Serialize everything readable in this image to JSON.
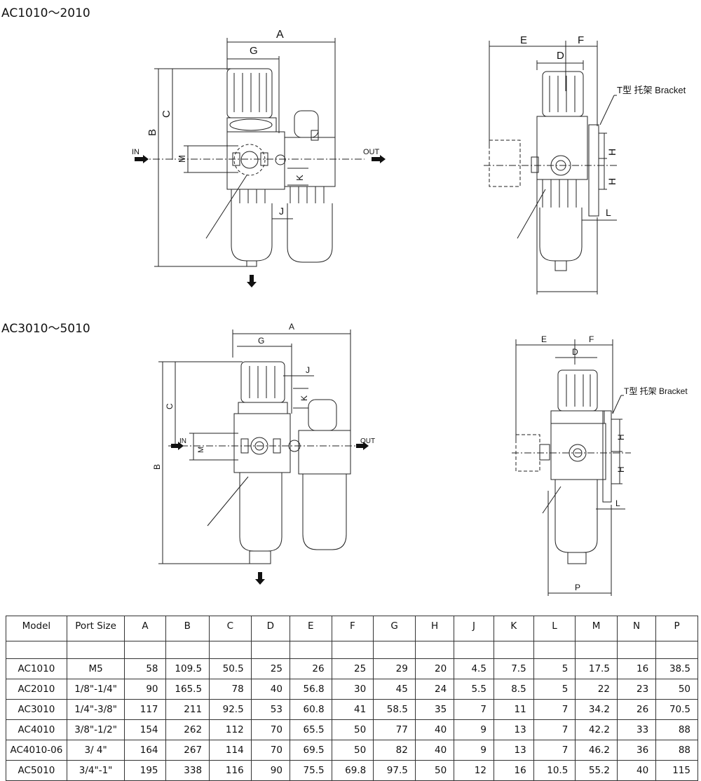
{
  "sections": [
    {
      "title": "AC1010～2010"
    },
    {
      "title": "AC3010～5010"
    }
  ],
  "labels": {
    "A": "A",
    "B": "B",
    "C": "C",
    "D": "D",
    "E": "E",
    "F": "F",
    "G": "G",
    "H": "H",
    "J": "J",
    "K": "K",
    "L": "L",
    "M": "M",
    "P": "P",
    "in": "IN",
    "out": "OUT",
    "bracket": "T型 托架 Bracket"
  },
  "table": {
    "headers": [
      "Model",
      "Port Size",
      "A",
      "B",
      "C",
      "D",
      "E",
      "F",
      "G",
      "H",
      "J",
      "K",
      "L",
      "M",
      "N",
      "P"
    ],
    "rows": [
      [
        "AC1010",
        "M5",
        "58",
        "109.5",
        "50.5",
        "25",
        "26",
        "25",
        "29",
        "20",
        "4.5",
        "7.5",
        "5",
        "17.5",
        "16",
        "38.5"
      ],
      [
        "AC2010",
        "1/8\"-1/4\"",
        "90",
        "165.5",
        "78",
        "40",
        "56.8",
        "30",
        "45",
        "24",
        "5.5",
        "8.5",
        "5",
        "22",
        "23",
        "50"
      ],
      [
        "AC3010",
        "1/4\"-3/8\"",
        "117",
        "211",
        "92.5",
        "53",
        "60.8",
        "41",
        "58.5",
        "35",
        "7",
        "11",
        "7",
        "34.2",
        "26",
        "70.5"
      ],
      [
        "AC4010",
        "3/8\"-1/2\"",
        "154",
        "262",
        "112",
        "70",
        "65.5",
        "50",
        "77",
        "40",
        "9",
        "13",
        "7",
        "42.2",
        "33",
        "88"
      ],
      [
        "AC4010-06",
        "3/ 4\"",
        "164",
        "267",
        "114",
        "70",
        "69.5",
        "50",
        "82",
        "40",
        "9",
        "13",
        "7",
        "46.2",
        "36",
        "88"
      ],
      [
        "AC5010",
        "3/4\"-1\"",
        "195",
        "338",
        "116",
        "90",
        "75.5",
        "69.8",
        "97.5",
        "50",
        "12",
        "16",
        "10.5",
        "55.2",
        "40",
        "115"
      ]
    ]
  }
}
